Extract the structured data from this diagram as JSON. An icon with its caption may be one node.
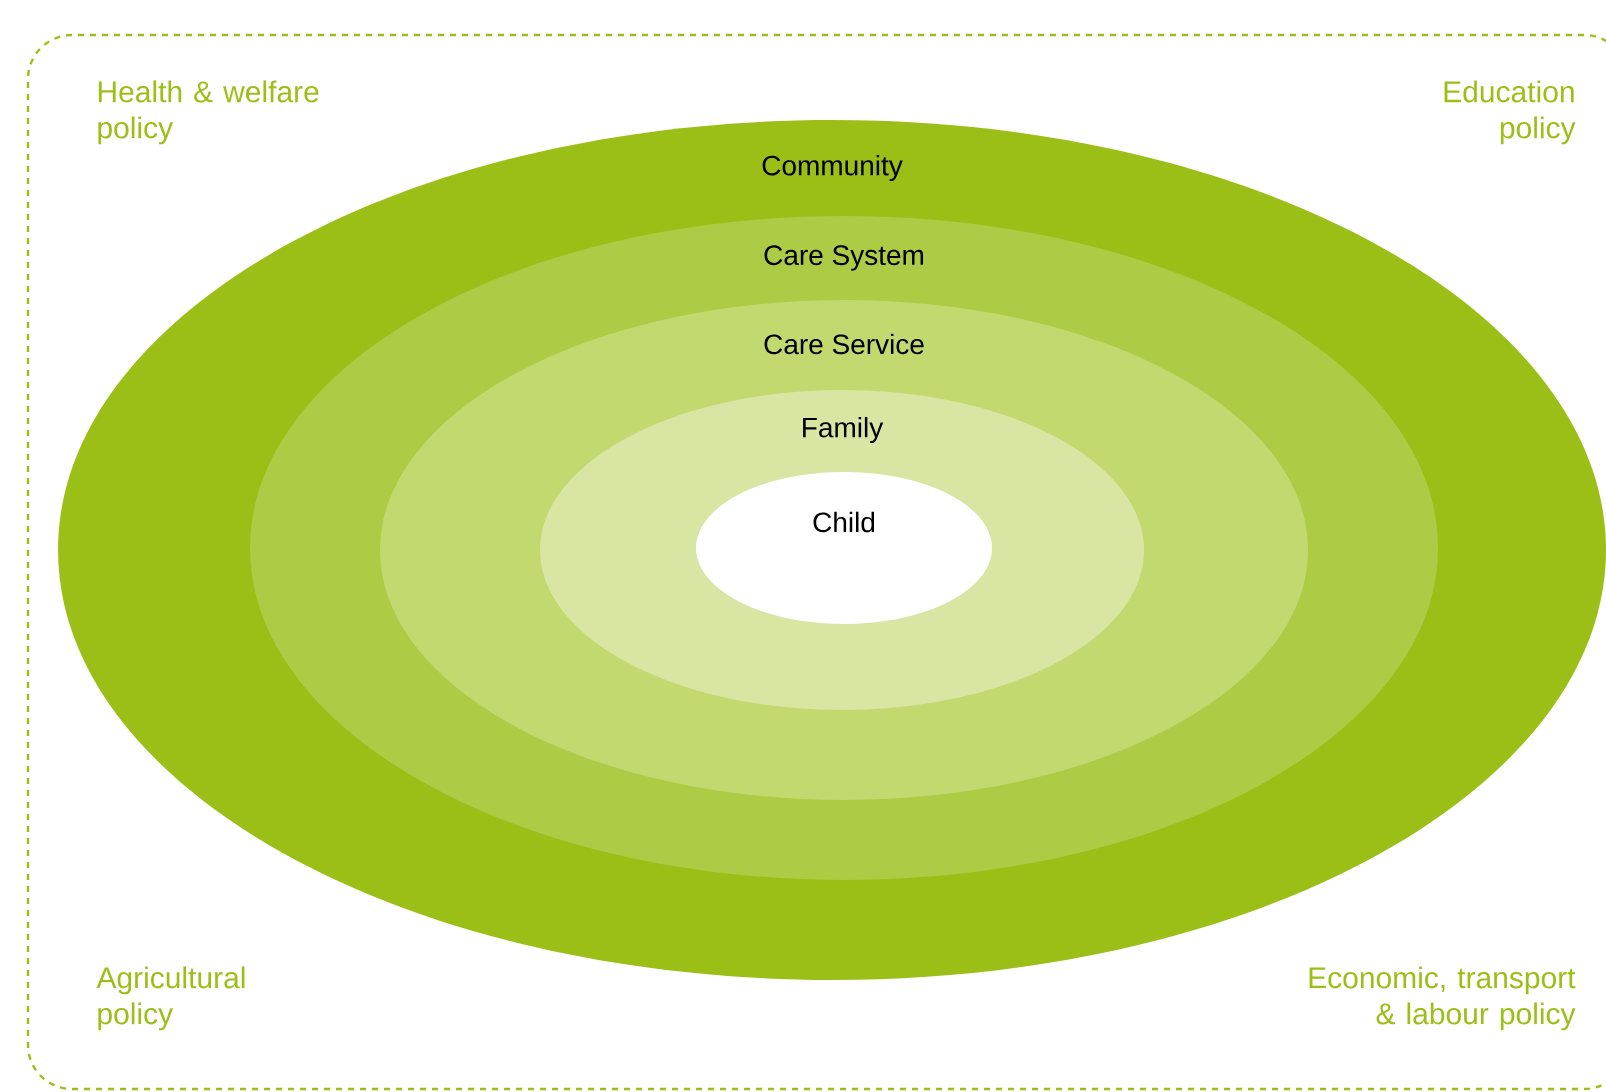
{
  "diagram": {
    "nodes": [
      {
        "text": [
          "Health & welfare policy",
          "Education policy",
          "Agricultural policy",
          "Economic, transport & labour policy"
        ]
      },
      {
        "text": [
          "Community"
        ],
        "in": 0
      },
      {
        "text": [
          "Care System"
        ],
        "in": 1
      },
      {
        "text": [
          "Care Service"
        ],
        "in": 2
      },
      {
        "text": [
          "Family"
        ],
        "in": 3
      },
      {
        "text": [
          "Child"
        ],
        "in": 4
      }
    ]
  }
}
